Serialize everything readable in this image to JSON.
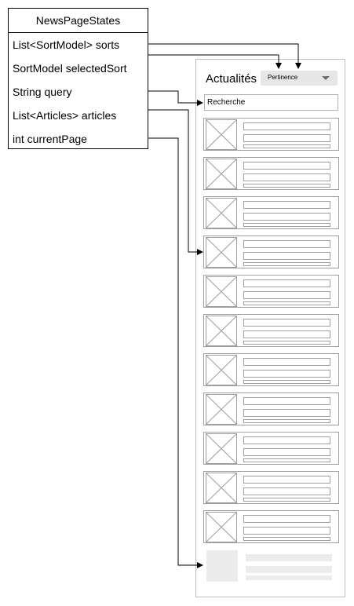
{
  "class_box": {
    "title": "NewsPageStates",
    "fields": [
      "List<SortModel> sorts",
      "SortModel selectedSort",
      "String query",
      "List<Articles> articles",
      "int currentPage"
    ]
  },
  "mockup": {
    "title": "Actualités",
    "sort_selected": "Pertinence",
    "search_placeholder": "Recherche",
    "article_count": 11
  },
  "colors": {
    "stroke": "#000000",
    "wireframe": "#9e9e9e",
    "loading": "#ececec",
    "select_bg": "#e6e6e6"
  },
  "icons": [
    "image-placeholder-icon",
    "chevron-down-icon"
  ]
}
